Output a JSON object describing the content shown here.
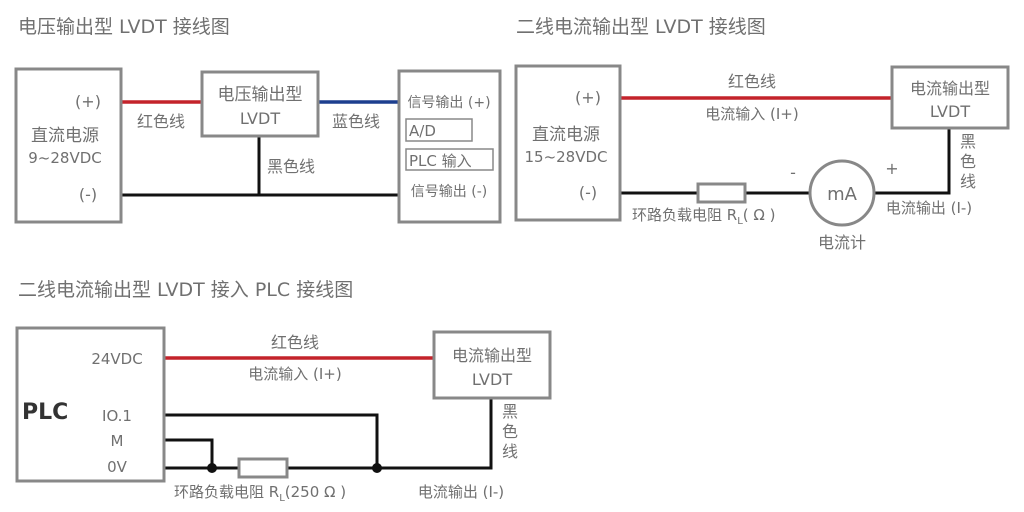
{
  "diagram1": {
    "title": "电压输出型 LVDT 接线图",
    "power_plus": "(+)",
    "power_name": "直流电源",
    "power_range": "9~28VDC",
    "power_minus": "(-)",
    "lvdt_line1": "电压输出型",
    "lvdt_line2": "LVDT",
    "red_wire": "红色线",
    "blue_wire": "蓝色线",
    "black_wire": "黑色线",
    "sig_plus": "信号输出 (+)",
    "ad": "A/D",
    "plc_in": "PLC 输入",
    "sig_minus": "信号输出 (-)"
  },
  "diagram2": {
    "title": "二线电流输出型 LVDT 接线图",
    "power_plus": "(+)",
    "power_name": "直流电源",
    "power_range": "15~28VDC",
    "power_minus": "(-)",
    "red_wire": "红色线",
    "current_in": "电流输入 (I+)",
    "lvdt_line1": "电流输出型",
    "lvdt_line2": "LVDT",
    "black_wire_chars": [
      "黑",
      "色",
      "线"
    ],
    "resistor_label": "环路负载电阻 R",
    "resistor_sub": "L",
    "resistor_value": "( Ω )",
    "meter_label": "mA",
    "meter_minus": "-",
    "meter_plus": "+",
    "meter_name": "电流计",
    "current_out": "电流输出 (I-)"
  },
  "diagram3": {
    "title": "二线电流输出型 LVDT 接入 PLC 接线图",
    "plc": "PLC",
    "v24": "24VDC",
    "io": "IO.1",
    "m": "M",
    "ov": "0V",
    "red_wire": "红色线",
    "current_in": "电流输入 (I+)",
    "lvdt_line1": "电流输出型",
    "lvdt_line2": "LVDT",
    "black_wire_chars": [
      "黑",
      "色",
      "线"
    ],
    "resistor_label": "环路负载电阻 R",
    "resistor_sub": "L",
    "resistor_value": "(250 Ω )",
    "current_out": "电流输出 (I-)"
  }
}
